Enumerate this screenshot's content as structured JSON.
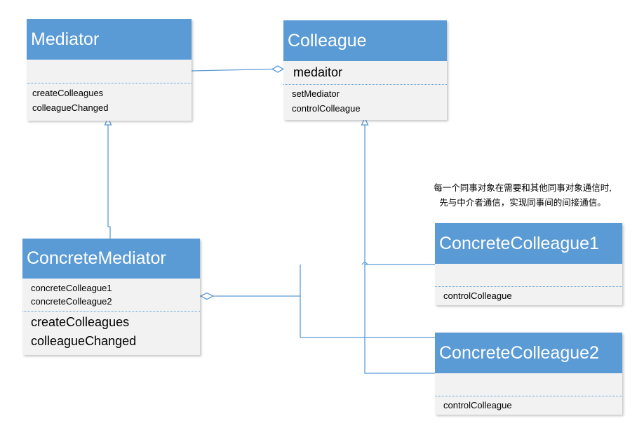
{
  "classes": {
    "mediator": {
      "name": "Mediator",
      "attributes": [],
      "operations": [
        "createColleagues",
        "colleagueChanged"
      ]
    },
    "colleague": {
      "name": "Colleague",
      "attributes": [
        "medaitor"
      ],
      "operations": [
        "setMediator",
        "controlColleague"
      ]
    },
    "concrete_mediator": {
      "name": "ConcreteMediator",
      "attributes": [
        "concreteColleague1",
        "concreteColleague2"
      ],
      "operations": [
        "createColleagues",
        "colleagueChanged"
      ]
    },
    "concrete_colleague1": {
      "name": "ConcreteColleague1",
      "attributes": [],
      "operations": [
        "controlColleague"
      ]
    },
    "concrete_colleague2": {
      "name": "ConcreteColleague2",
      "attributes": [],
      "operations": [
        "controlColleague"
      ]
    }
  },
  "note": {
    "line1": "每一个同事对象在需要和其他同事对象通信时,",
    "line2": "先与中介者通信，实现同事间的间接通信。"
  },
  "colors": {
    "header": "#5b9bd5",
    "body": "#f2f2f2",
    "connector": "#5b9bd5"
  }
}
